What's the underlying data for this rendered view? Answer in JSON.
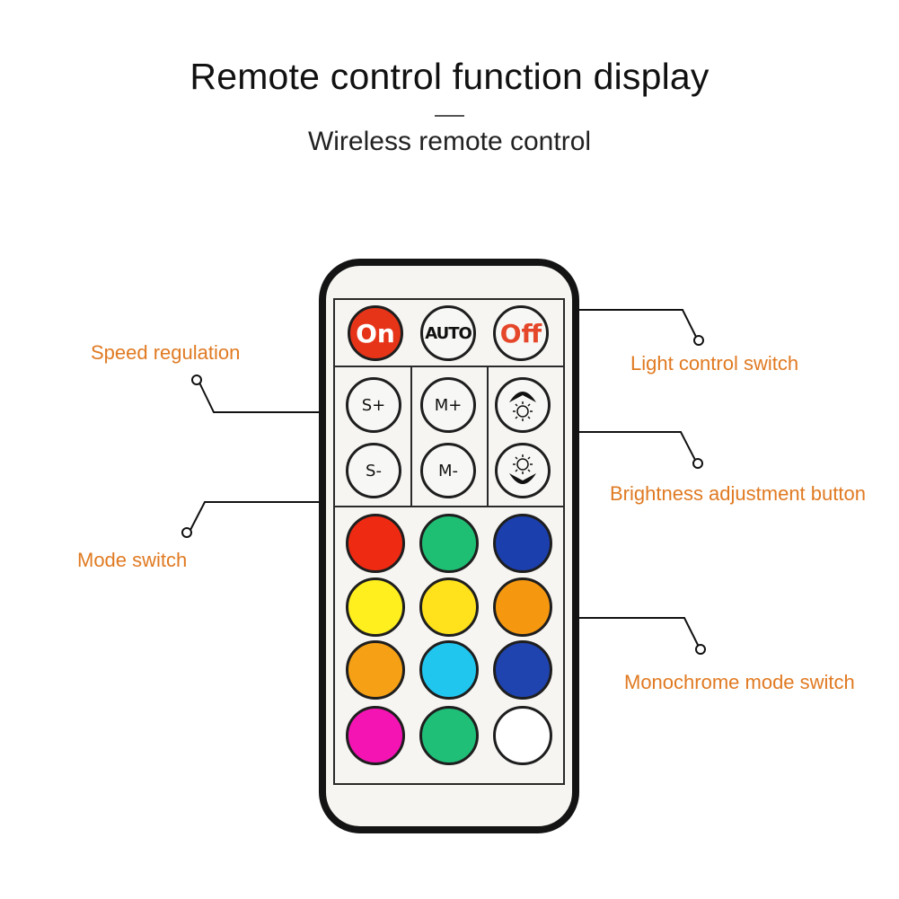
{
  "header": {
    "title": "Remote control function display",
    "subtitle": "Wireless remote control"
  },
  "remote": {
    "power_buttons": [
      {
        "label": "On",
        "icon": "power-on"
      },
      {
        "label": "AUTO",
        "icon": "auto-mode"
      },
      {
        "label": "Off",
        "icon": "power-off"
      }
    ],
    "speed_buttons": [
      "S+",
      "S-"
    ],
    "mode_buttons": [
      "M+",
      "M-"
    ],
    "brightness_buttons": [
      {
        "icon": "brightness-up-icon"
      },
      {
        "icon": "brightness-down-icon"
      }
    ],
    "color_buttons": [
      "#ef2a12",
      "#1fbf73",
      "#1c3fae",
      "#ffef1e",
      "#ffe21c",
      "#f6980f",
      "#f5a015",
      "#21c6ef",
      "#1f44b0",
      "#f414b4",
      "#1fbf78",
      "#ffffff"
    ]
  },
  "callouts": {
    "speed_regulation": "Speed regulation",
    "mode_switch": "Mode switch",
    "light_control_switch": "Light control switch",
    "brightness_adjustment_button": "Brightness adjustment button",
    "monochrome_mode_switch": "Monochrome mode switch"
  },
  "colors": {
    "callout_text": "#e07a22",
    "on_button": "#e63419",
    "off_text": "#e5472a"
  }
}
